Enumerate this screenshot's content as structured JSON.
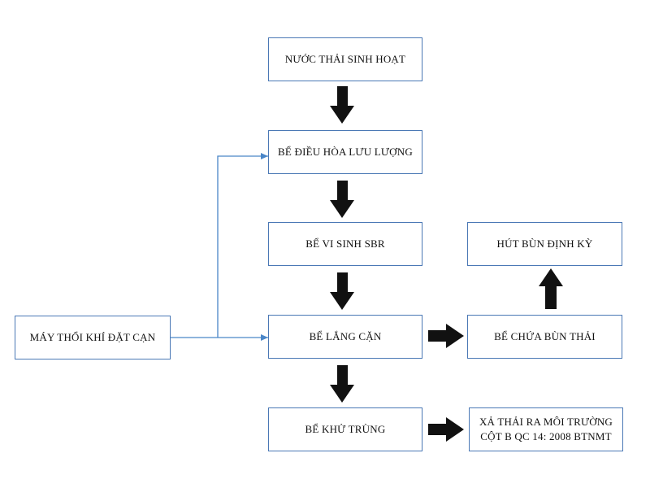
{
  "nodes": {
    "domestic_wastewater": "NƯỚC THẢI SINH HOẠT",
    "equalization_tank": "BỂ ĐIỀU HÒA LƯU LƯỢNG",
    "sbr_tank": "BỂ VI SINH SBR",
    "settling_tank": "BỂ LẮNG CẶN",
    "disinfection_tank": "BỂ KHỬ TRÙNG",
    "air_blower": "MÁY THỔI KHÍ ĐẶT CẠN",
    "sludge_tank": "BỂ CHỨA BÙN THẢI",
    "sludge_pumping": "HÚT BÙN ĐỊNH KỲ",
    "discharge_line1": "XẢ THẢI RA MÔI TRƯỜNG",
    "discharge_line2": "CỘT B QC 14: 2008 BTNMT"
  },
  "colors": {
    "box_border": "#4a78b5",
    "thin_arrow": "#4a86c8",
    "block_arrow": "#111111"
  }
}
